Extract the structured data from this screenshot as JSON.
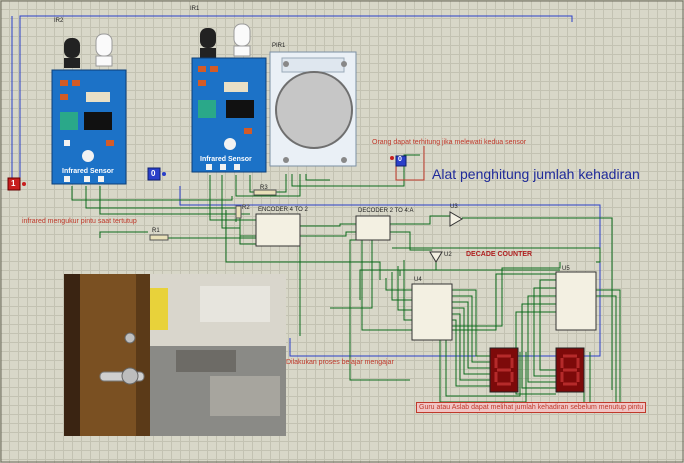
{
  "diagram": {
    "title": "Alat penghitung jumlah kehadiran",
    "subtitle_heading": "DECADE COUNTER",
    "notes": {
      "sensor_count": "Orang dapat terhitung jika melewati kedua sensor",
      "door_closed": "infrared mengukur pintu saat tertutup",
      "teaching": "Dilakukan proses belajar mengajar",
      "summary": "Guru atau Aslab dapat melihat jumlah kehadiran sebelum menutup pintu"
    },
    "components": {
      "ir2": {
        "ref": "IR2",
        "board_label": "Infrared Sensor"
      },
      "ir1": {
        "ref": "IR1",
        "board_label": "Infrared Sensor"
      },
      "pir": {
        "ref": "PIR1"
      },
      "r1": "R1",
      "r2": "R2",
      "r3": "R3",
      "encoder": "ENCODER 4 TO 2",
      "decoder": "DECODER 2 TO 4:A",
      "u2": "U2",
      "u3": "U3",
      "u4": "U4",
      "u5": "U5"
    },
    "logic_states": {
      "left": "1",
      "mid": "0",
      "right": "0"
    },
    "colors": {
      "wire": "#0b6b1b",
      "blue_wire": "#2a3fc9",
      "red_wire": "#c0392b",
      "sensor_board": "#1c72c7",
      "display": "#8a1010"
    }
  }
}
